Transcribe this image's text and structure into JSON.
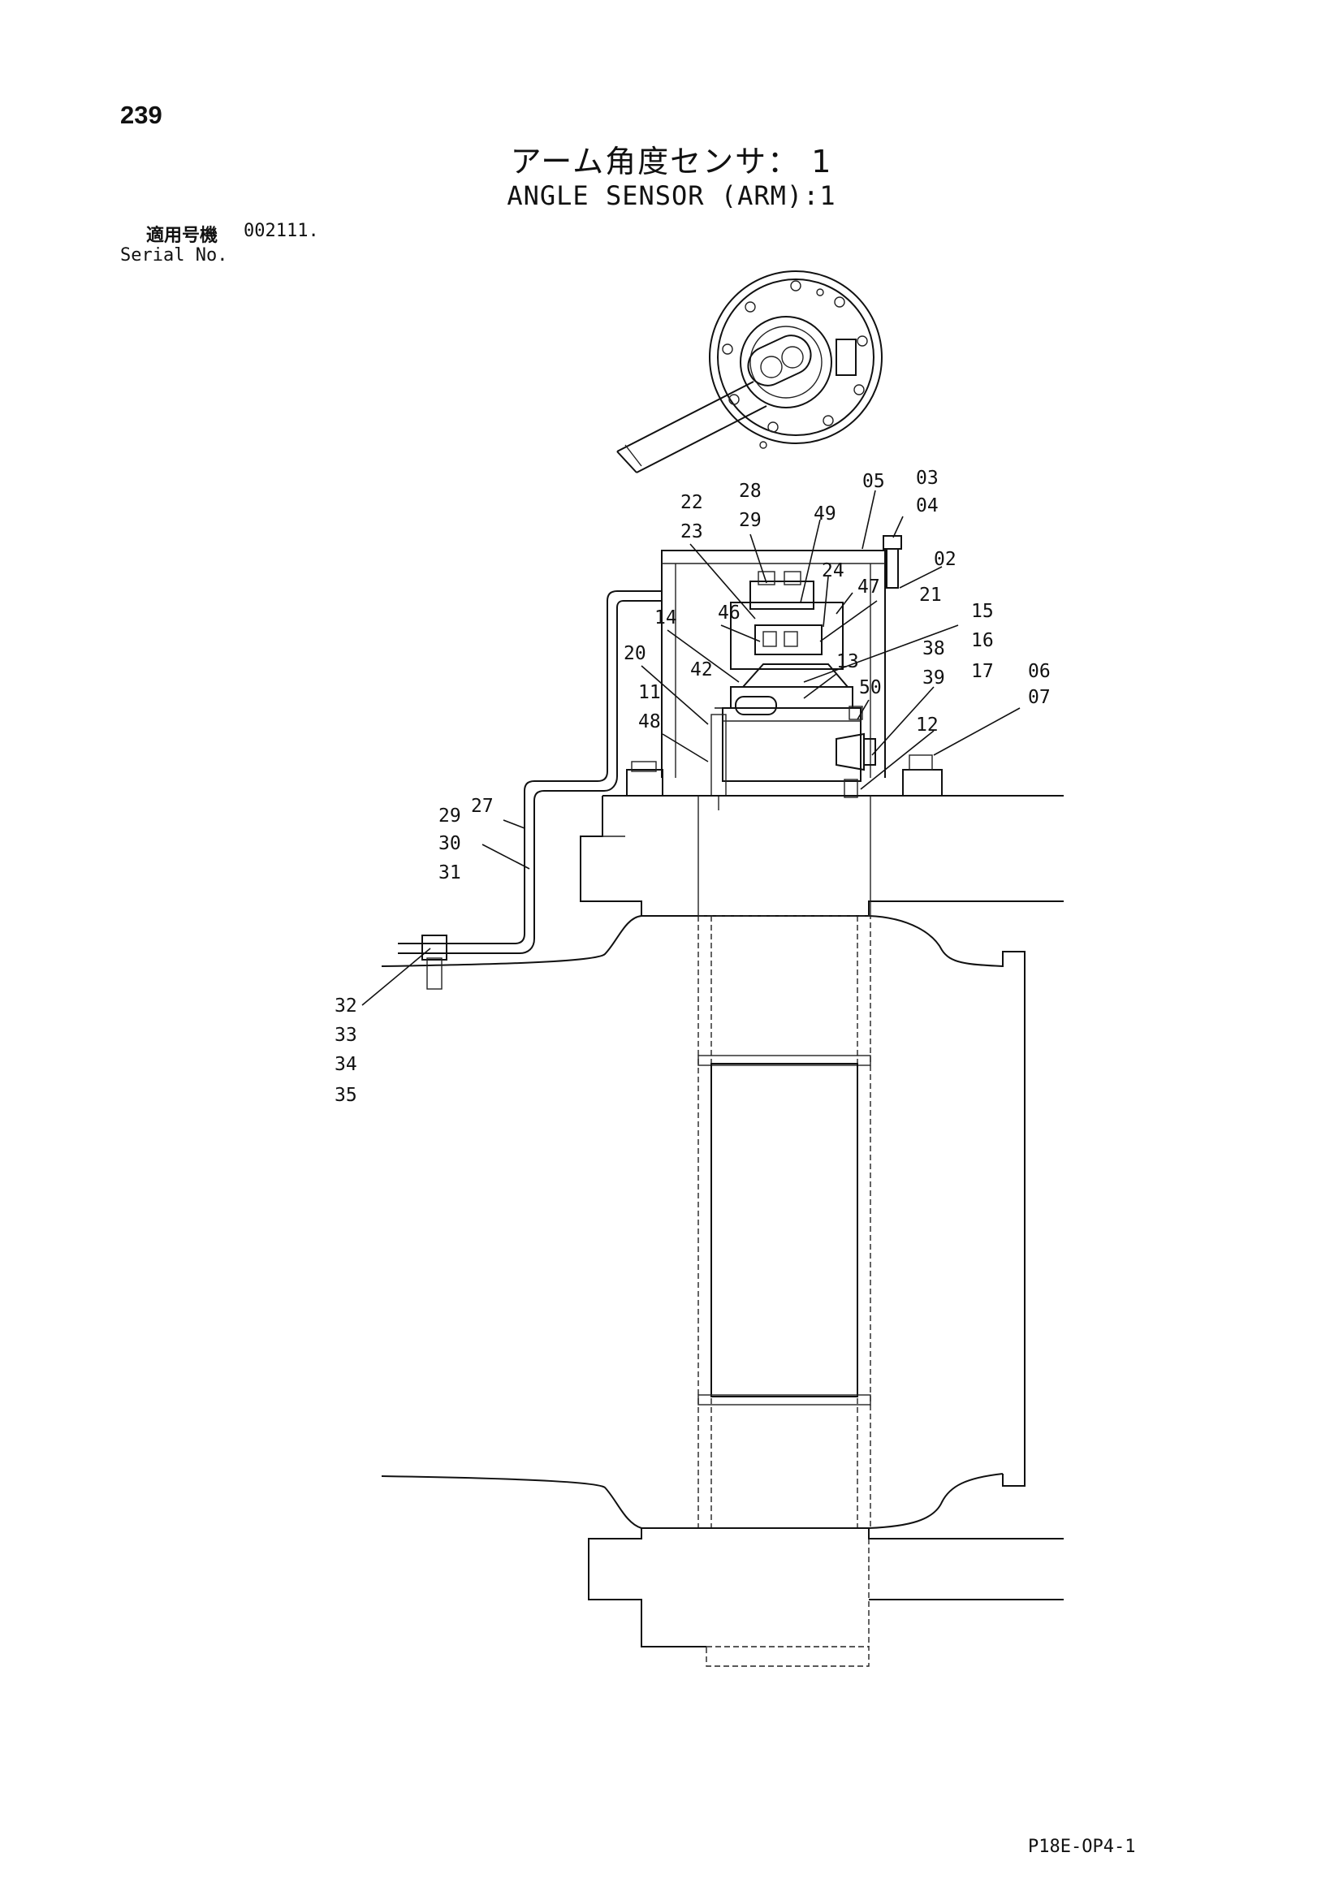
{
  "page": {
    "number": "239",
    "title_jp": "アーム角度センサ： 1",
    "title_en": "ANGLE SENSOR (ARM):1",
    "serial_label_jp": "適用号機",
    "serial_value": "002111.",
    "serial_label_en": "Serial No.",
    "doc_code": "P18E-OP4-1"
  },
  "callouts": [
    {
      "id": "c0304",
      "lines": [
        "03",
        "04"
      ]
    },
    {
      "id": "c05",
      "lines": [
        "05"
      ]
    },
    {
      "id": "c2829",
      "lines": [
        "28",
        "29"
      ]
    },
    {
      "id": "c2223",
      "lines": [
        "22",
        "23"
      ]
    },
    {
      "id": "c49",
      "lines": [
        "49"
      ]
    },
    {
      "id": "c02",
      "lines": [
        "02"
      ]
    },
    {
      "id": "c24",
      "lines": [
        "24"
      ]
    },
    {
      "id": "c47",
      "lines": [
        "47"
      ]
    },
    {
      "id": "c21",
      "lines": [
        "21"
      ]
    },
    {
      "id": "c46",
      "lines": [
        "46"
      ]
    },
    {
      "id": "c14",
      "lines": [
        "14"
      ]
    },
    {
      "id": "c151617",
      "lines": [
        "15",
        "16",
        "17"
      ]
    },
    {
      "id": "c3839",
      "lines": [
        "38",
        "39"
      ]
    },
    {
      "id": "c20",
      "lines": [
        "20"
      ]
    },
    {
      "id": "c13",
      "lines": [
        "13"
      ]
    },
    {
      "id": "c42",
      "lines": [
        "42"
      ]
    },
    {
      "id": "c50",
      "lines": [
        "50"
      ]
    },
    {
      "id": "c0607",
      "lines": [
        "06",
        "07"
      ]
    },
    {
      "id": "c1148",
      "lines": [
        "11",
        "48"
      ]
    },
    {
      "id": "c12",
      "lines": [
        "12"
      ]
    },
    {
      "id": "c27",
      "lines": [
        "27"
      ]
    },
    {
      "id": "c293031",
      "lines": [
        "29",
        "30",
        "31"
      ]
    },
    {
      "id": "c32333435",
      "lines": [
        "32",
        "33",
        "34",
        "35"
      ]
    }
  ]
}
